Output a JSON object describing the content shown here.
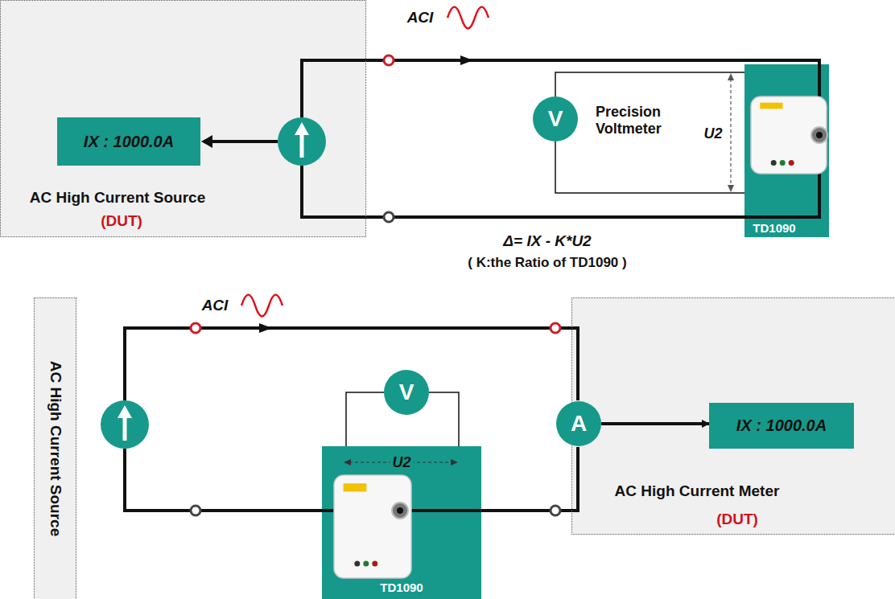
{
  "diagram": {
    "nodes": [
      {
        "text": [
          "AC High Current Source",
          "(DUT)"
        ]
      },
      {
        "text": [
          "IX : 1000.0A"
        ],
        "in": 0
      },
      {
        "text": [
          "V",
          "Precision Voltmeter"
        ]
      },
      {
        "text": [
          "TD1090"
        ]
      },
      {
        "text": [
          "AC High Current Source"
        ]
      },
      {
        "text": [
          "V"
        ]
      },
      {
        "text": [
          "TD1090"
        ]
      },
      {
        "text": [
          "AC High Current Meter",
          "(DUT)"
        ]
      },
      {
        "text": [
          "A"
        ],
        "in": 7
      },
      {
        "text": [
          "IX : 1000.0A"
        ],
        "in": 7
      }
    ],
    "edges": [
      {
        "from": 2,
        "to": 3,
        "arrow": "none"
      },
      {
        "from": 5,
        "to": 6,
        "arrow": "none"
      },
      {
        "from": 8,
        "to": 9,
        "arrow": "to"
      }
    ],
    "labels": [
      "ACI",
      "U2",
      "Δ= IX - K*U2",
      "( K:the Ratio of TD1090 )",
      "ACI",
      "U2"
    ]
  }
}
